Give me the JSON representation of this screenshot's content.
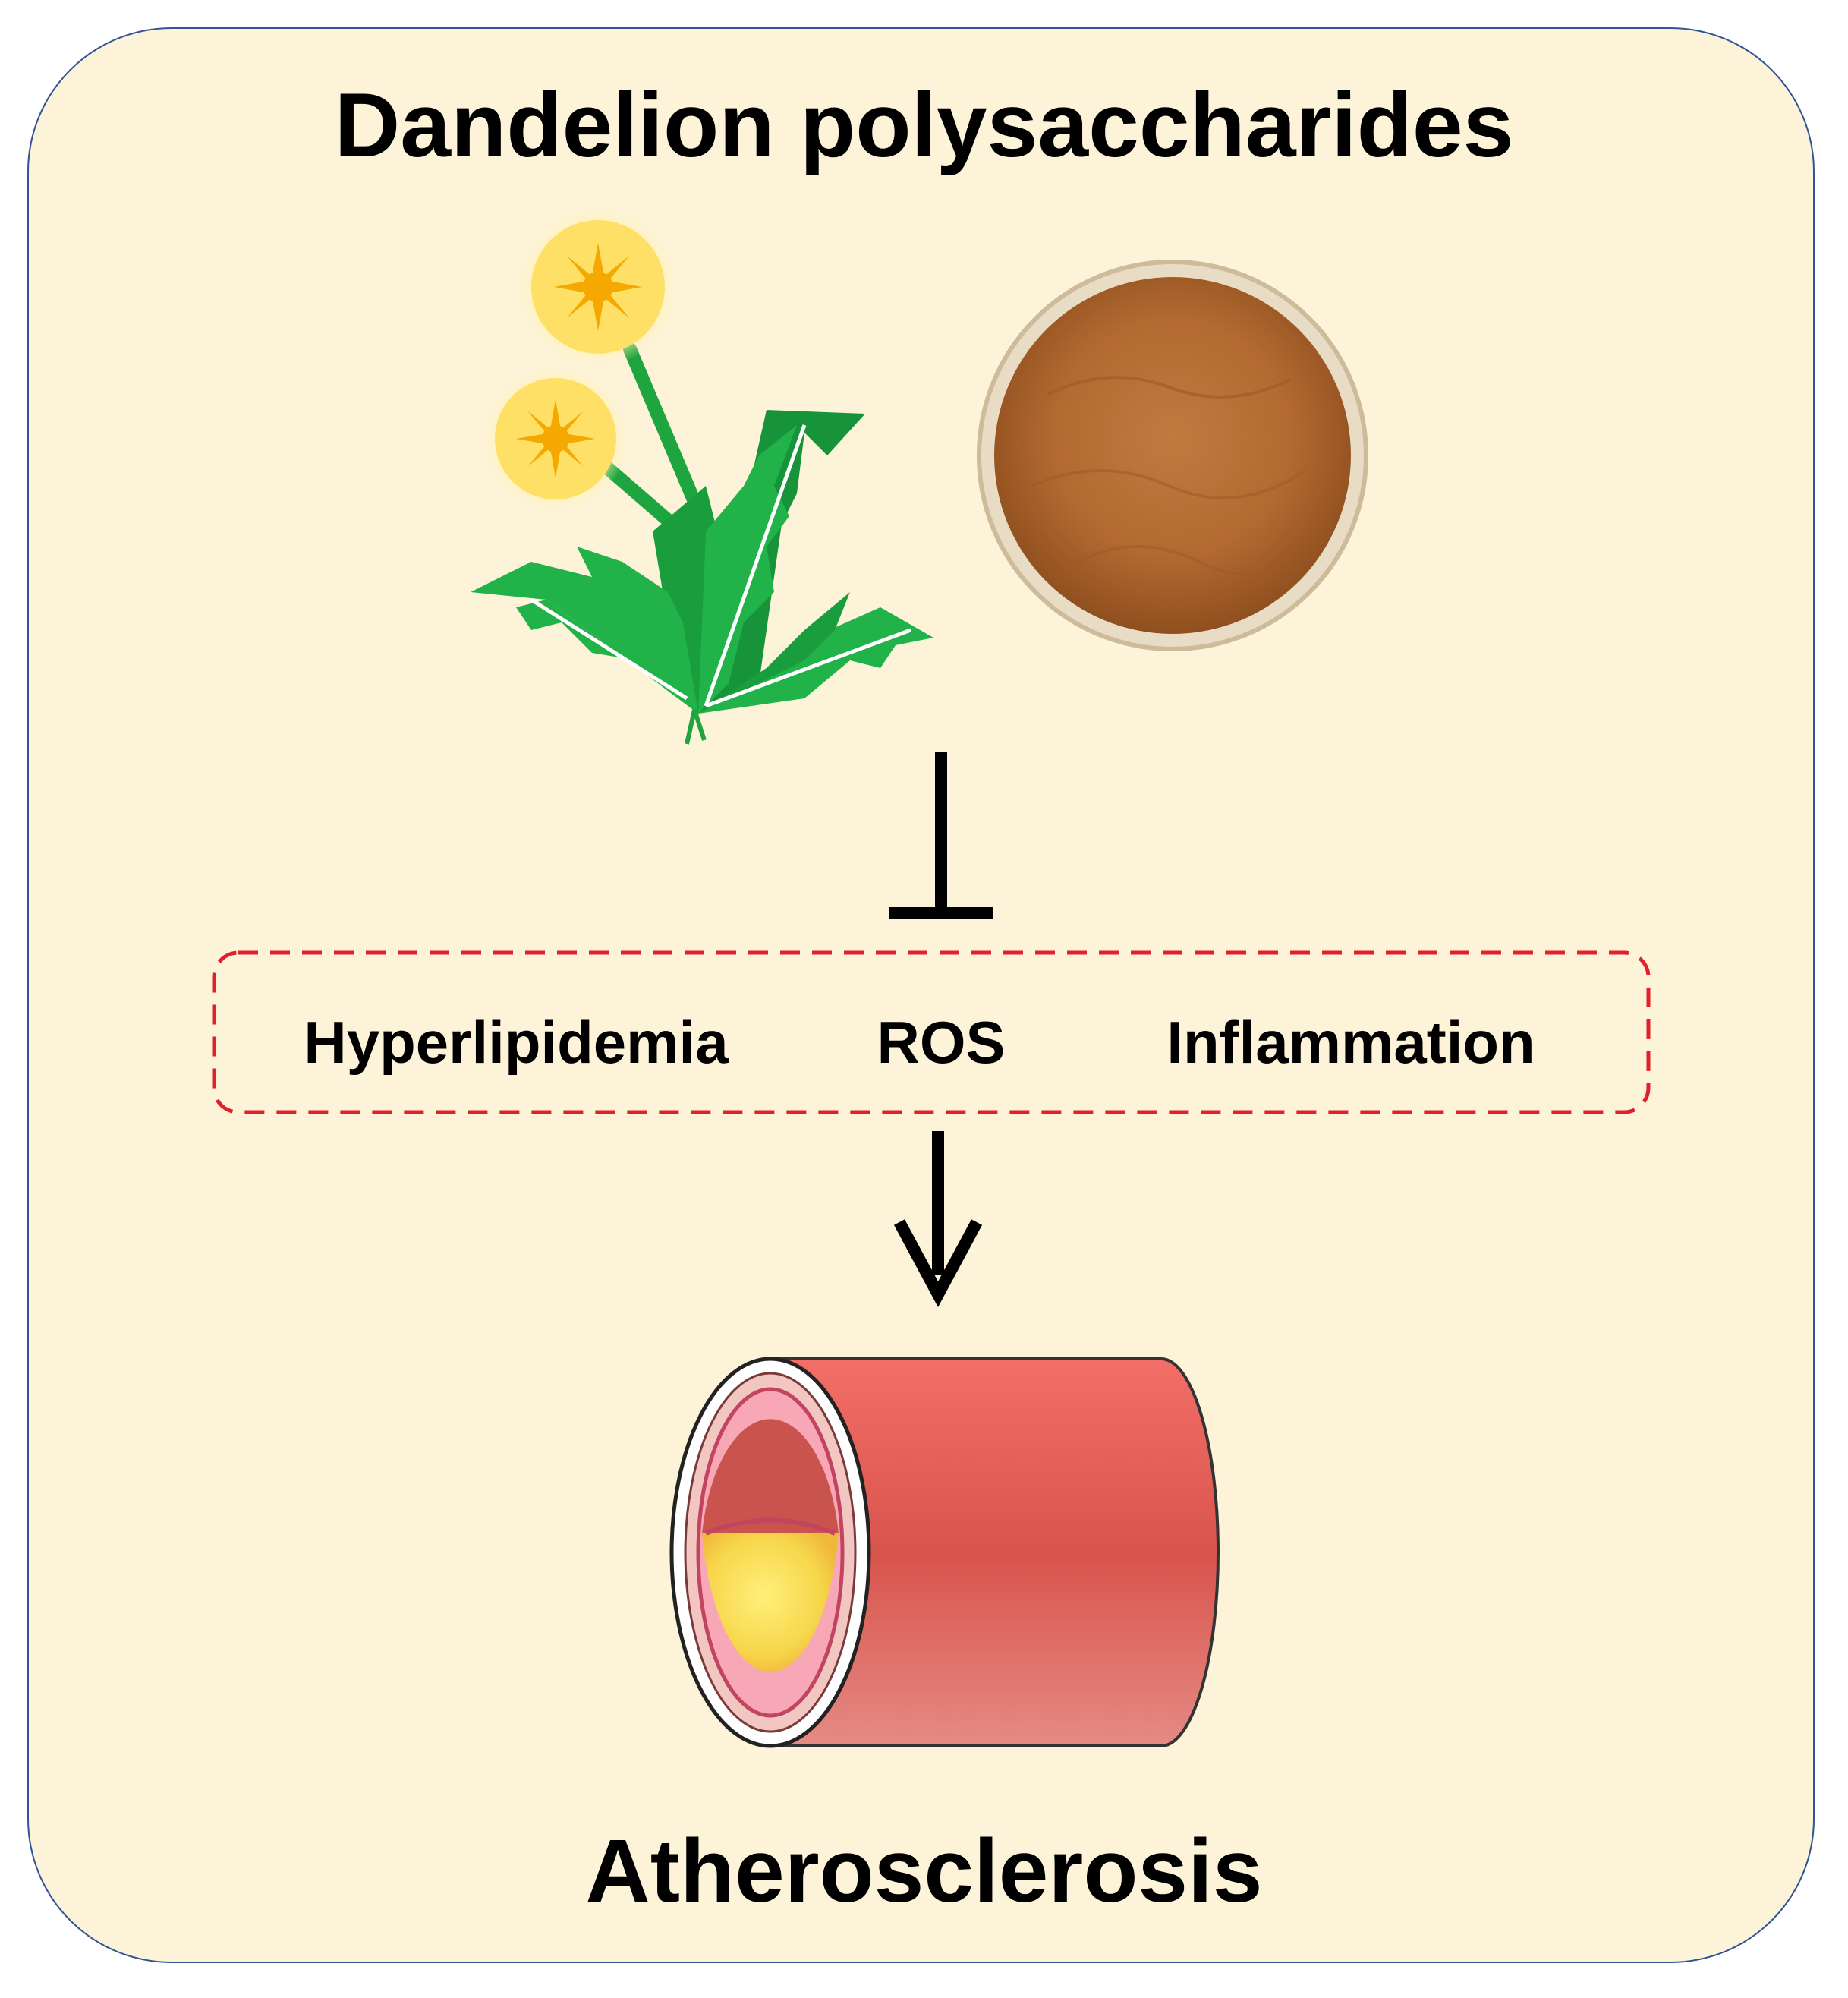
{
  "title": "Dandelion polysaccharides",
  "factors": [
    "Hyperlipidemia",
    "ROS",
    "Inflammation"
  ],
  "outcome": "Atherosclerosis",
  "relations": {
    "top_to_factors": "inhibits",
    "factors_to_outcome": "promotes"
  },
  "colors": {
    "panel_fill": "#fdf3d9",
    "panel_border": "#2f5597",
    "dashed_box": "#e0202b",
    "leaf_green": "#1fa53f",
    "flower_yellow": "#ffe066",
    "flower_center": "#f4a800",
    "powder": "#b96d33",
    "artery": "#e26a60",
    "plaque": "#f6d54a"
  },
  "icons": [
    "dandelion-plant-icon",
    "powder-dish-icon",
    "artery-plaque-icon"
  ]
}
